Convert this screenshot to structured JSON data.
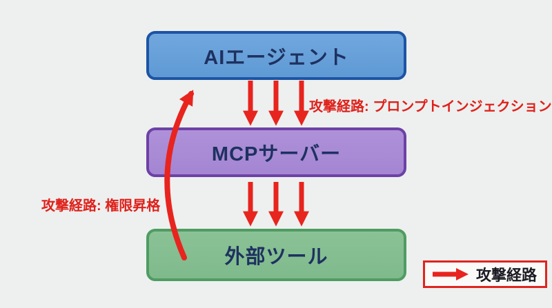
{
  "diagram": {
    "title_hint": "MCP attack-path diagram",
    "nodes": [
      {
        "id": "ai-agent",
        "label": "AIエージェント",
        "fill": "#5f9ad5",
        "border": "#1d54a4"
      },
      {
        "id": "mcp-server",
        "label": "MCPサーバー",
        "fill": "#a485d2",
        "border": "#6d41a5"
      },
      {
        "id": "external-tools",
        "label": "外部ツール",
        "fill": "#7fba8c",
        "border": "#4f9c62"
      }
    ],
    "edges": [
      {
        "from": "ai-agent",
        "to": "mcp-server",
        "style": "triple-down-arrow",
        "label": "攻撃経路: プロンプトインジェクション"
      },
      {
        "from": "mcp-server",
        "to": "external-tools",
        "style": "triple-down-arrow",
        "label": ""
      },
      {
        "from": "external-tools",
        "to": "ai-agent",
        "style": "curved-up-arrow",
        "label": "攻撃経路: 権限昇格"
      }
    ],
    "labels": {
      "prompt_injection": "攻撃経路: プロンプトインジェクション",
      "privilege_escalation": "攻撃経路: 権限昇格"
    },
    "legend": {
      "label": "攻撃経路"
    },
    "colors": {
      "attack_red": "#e8241e",
      "background": "#edf0ef",
      "node_text": "#1e3160",
      "legend_text": "#1b1b24",
      "legend_background": "#fafaf8"
    }
  }
}
